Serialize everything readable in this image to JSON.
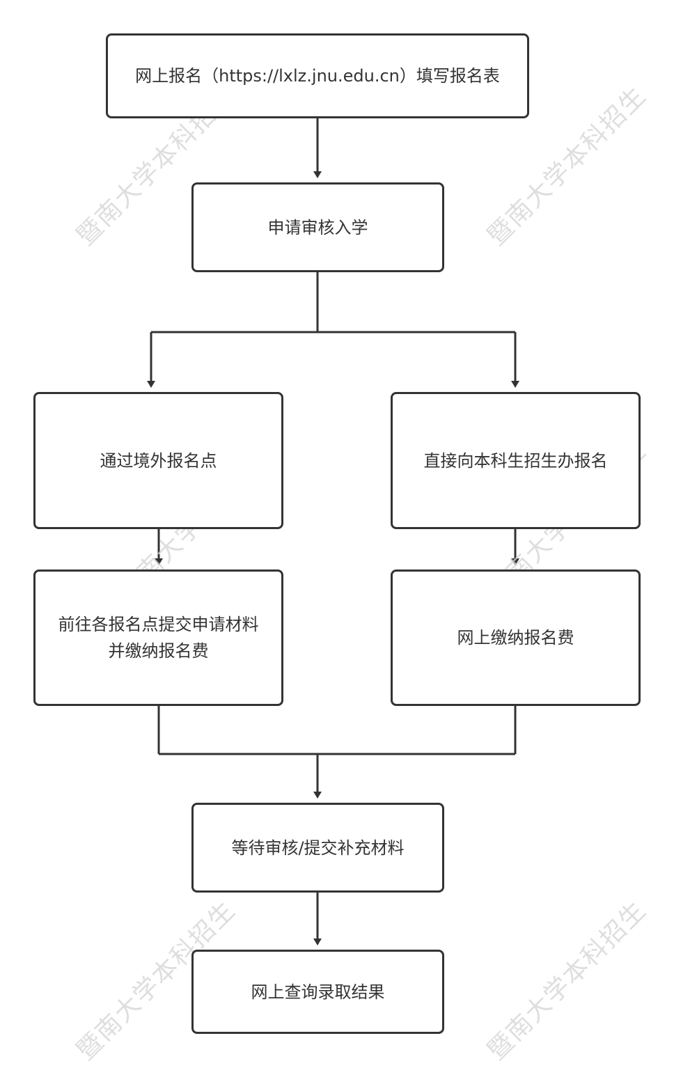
{
  "diagram": {
    "nodes": {
      "register_online": "网上报名（https://lxlz.jnu.edu.cn）填写报名表",
      "apply_review": "申请审核入学",
      "via_overseas": "通过境外报名点",
      "direct_office": "直接向本科生招生办报名",
      "submit_materials_line1": "前往各报名点提交申请材料",
      "submit_materials_line2": "并缴纳报名费",
      "pay_online": "网上缴纳报名费",
      "wait_review": "等待审核/提交补充材料",
      "query_result": "网上查询录取结果"
    },
    "edges": [
      {
        "from": "register_online",
        "to": "apply_review"
      },
      {
        "from": "apply_review",
        "to": "via_overseas"
      },
      {
        "from": "apply_review",
        "to": "direct_office"
      },
      {
        "from": "via_overseas",
        "to": "submit_materials"
      },
      {
        "from": "direct_office",
        "to": "pay_online"
      },
      {
        "from": "submit_materials",
        "to": "wait_review"
      },
      {
        "from": "pay_online",
        "to": "wait_review"
      },
      {
        "from": "wait_review",
        "to": "query_result"
      }
    ],
    "watermark_text": "暨南大学本科招生",
    "colors": {
      "stroke": "#333333",
      "text": "#333333",
      "watermark": "#d4d4d4"
    }
  }
}
